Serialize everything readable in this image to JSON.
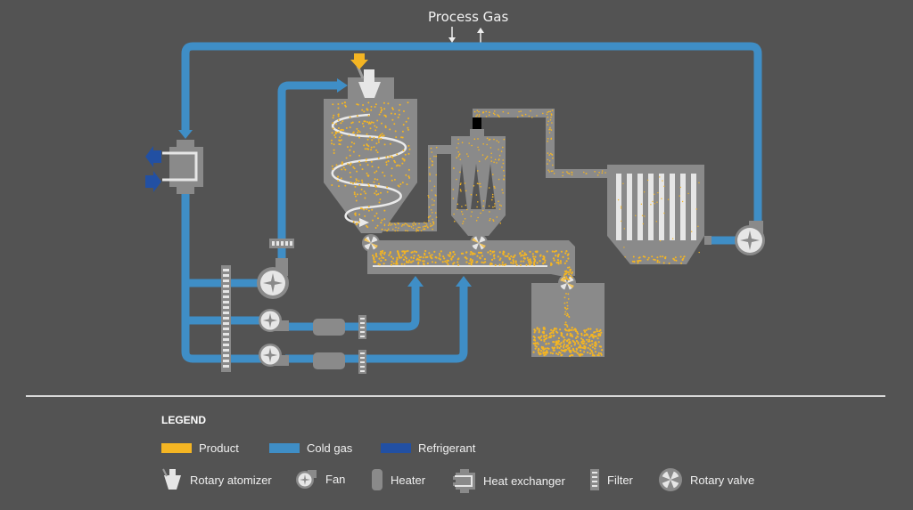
{
  "title": "Process Gas",
  "colors": {
    "background": "#535353",
    "product": "#f4b523",
    "cold_gas": "#3f8ec6",
    "refrigerant": "#2250a3",
    "equipment": "#8a8a8a",
    "light": "#e6e6e6"
  },
  "legend": {
    "title": "LEGEND",
    "flows": [
      {
        "label": "Product",
        "color": "#f4b523"
      },
      {
        "label": "Cold gas",
        "color": "#3f8ec6"
      },
      {
        "label": "Refrigerant",
        "color": "#2250a3"
      }
    ],
    "equipment": [
      {
        "label": "Rotary atomizer",
        "icon": "rotary-atomizer-icon"
      },
      {
        "label": "Fan",
        "icon": "fan-icon"
      },
      {
        "label": "Heater",
        "icon": "heater-icon"
      },
      {
        "label": "Heat exchanger",
        "icon": "heat-exchanger-icon"
      },
      {
        "label": "Filter",
        "icon": "filter-icon"
      },
      {
        "label": "Rotary valve",
        "icon": "rotary-valve-icon"
      }
    ]
  }
}
